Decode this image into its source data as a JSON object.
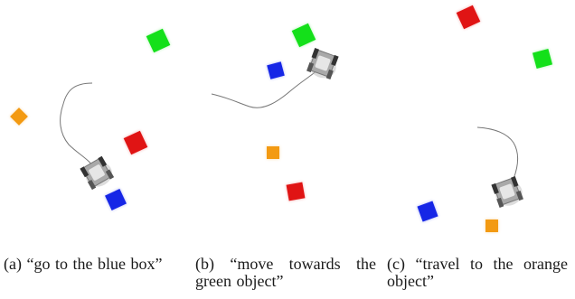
{
  "panels": [
    {
      "caption": "(a) “go to the blue box”",
      "objects": [
        {
          "name": "orange-box",
          "color": "#f39a12"
        },
        {
          "name": "green-box",
          "color": "#14e01a"
        },
        {
          "name": "red-box",
          "color": "#e01414"
        },
        {
          "name": "blue-box",
          "color": "#1626e6"
        }
      ],
      "robot": "robot-arm-gripper",
      "trajectory": "robot-path-line"
    },
    {
      "caption": "(b) “move towards the green object”",
      "objects": [
        {
          "name": "green-box",
          "color": "#14e01a"
        },
        {
          "name": "blue-box",
          "color": "#1626e6"
        },
        {
          "name": "orange-box",
          "color": "#f39a12"
        },
        {
          "name": "red-box",
          "color": "#e01414"
        }
      ],
      "robot": "robot-arm-gripper",
      "trajectory": "robot-path-line"
    },
    {
      "caption": "(c) “travel to the orange object”",
      "objects": [
        {
          "name": "red-box",
          "color": "#e01414"
        },
        {
          "name": "green-box",
          "color": "#14e01a"
        },
        {
          "name": "blue-box",
          "color": "#1626e6"
        },
        {
          "name": "orange-box",
          "color": "#f39a12"
        }
      ],
      "robot": "robot-arm-gripper",
      "trajectory": "robot-path-line"
    }
  ]
}
